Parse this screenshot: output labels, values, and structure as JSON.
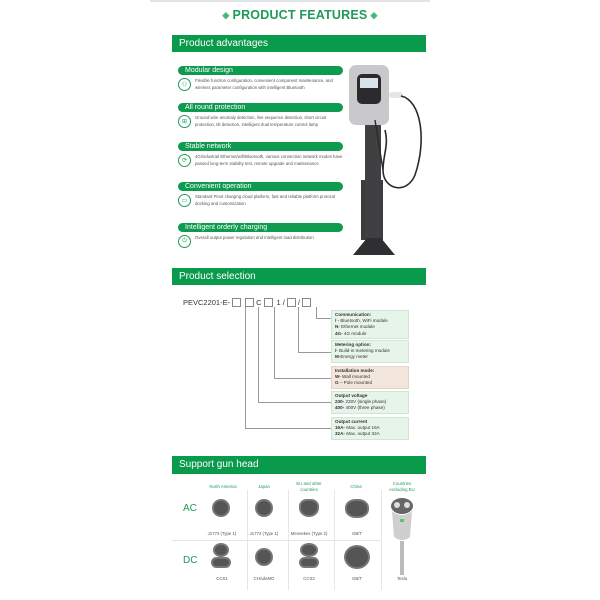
{
  "header": {
    "title": "PRODUCT FEATURES",
    "decor_left": "◈",
    "decor_right": "◈"
  },
  "sections": {
    "advantages": "Product advantages",
    "selection": "Product selection",
    "gun_head": "Support gun head"
  },
  "advantages": [
    {
      "title": "Modular design",
      "icon": "modules-icon",
      "glyph": "⚇",
      "text": "Flexible function configuration, convenient component maintenance, and wireless parameter configuration with intelligent Bluetooth"
    },
    {
      "title": "All round protection",
      "icon": "shield-grid-icon",
      "glyph": "⊞",
      "text": "Ground wire anomaly detection, line sequence detection, short circuit protection, tilt detection, intelligent dual temperature control lamp"
    },
    {
      "title": "Stable network",
      "icon": "network-icon",
      "glyph": "⟳",
      "text": "4G/industrial Ethernet/wifi/Bluetooth, various connection network modes have passed long-term stability test, remote upgrade and maintenance"
    },
    {
      "title": "Convenient operation",
      "icon": "screen-icon",
      "glyph": "▭",
      "text": "Standard Pinot charging cloud platform, fast and reliable platform protocol docking and customization"
    },
    {
      "title": "Intelligent orderly charging",
      "icon": "power-distribution-icon",
      "glyph": "⏻",
      "text": "Overall output power regulation and intelligent load distribution"
    }
  ],
  "selection": {
    "prefix": "PEVC2201-E-",
    "mid_c": "C",
    "mid_1": "1 /",
    "slash": "/",
    "options": [
      {
        "title": "Communication:",
        "lines": [
          [
            "/ -",
            " Bluetooth, WiFi module"
          ],
          [
            "N-",
            " Ethernet module"
          ],
          [
            "4G-",
            " 4G module"
          ]
        ],
        "style": "green"
      },
      {
        "title": "Metering option:",
        "lines": [
          [
            "/-",
            " Build-in metering module"
          ],
          [
            "M-",
            "Energy meter"
          ]
        ],
        "style": "green"
      },
      {
        "title": "Installation mode:",
        "lines": [
          [
            "W-",
            " Wall mounted"
          ],
          [
            "G",
            " – Pole mounted"
          ]
        ],
        "style": "tan"
      },
      {
        "title": "Output voltage",
        "lines": [
          [
            "230-",
            " 230V (single phase)"
          ],
          [
            "400-",
            " 400V (three phase)"
          ]
        ],
        "style": "green"
      },
      {
        "title": "Output current",
        "lines": [
          [
            "16A-",
            " Max. output 16A"
          ],
          [
            "32A-",
            " Max. output 32A"
          ]
        ],
        "style": "green"
      }
    ]
  },
  "guns": {
    "columns": [
      "North America",
      "Japan",
      "EU and other countries",
      "China",
      "Countries excluding EU"
    ],
    "rows": [
      "AC",
      "DC"
    ],
    "ac_labels": [
      "J1772 (Type 1)",
      "J1772 (Type 1)",
      "Mennekes (Type 2)",
      "GB/T"
    ],
    "dc_labels": [
      "CCS1",
      "CHAdeMO",
      "CCS2",
      "GB/T"
    ],
    "tesla_label": "Tesla"
  },
  "colors": {
    "brand_green": "#0a9a4c",
    "title_green": "#1f9a58",
    "option_green_bg": "#e6f4ea",
    "option_tan_bg": "#f3e6dc"
  }
}
